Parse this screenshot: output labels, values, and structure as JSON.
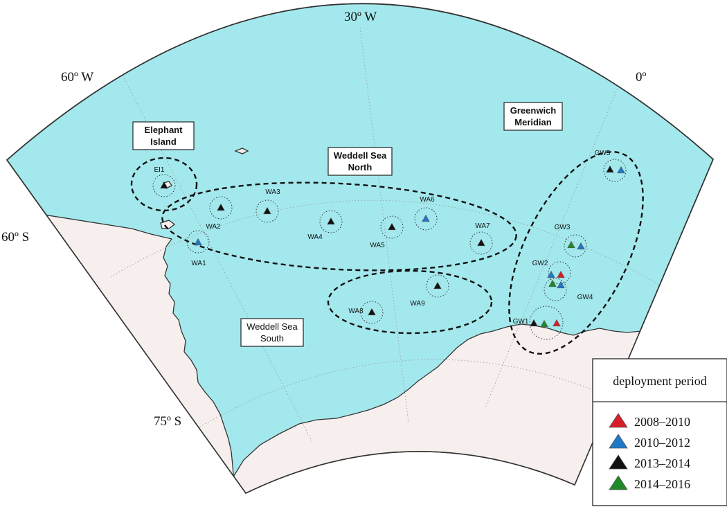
{
  "map": {
    "longitude_labels": [
      "30º W",
      "60º W",
      "0º"
    ],
    "latitude_labels": [
      "60º S",
      "75º S"
    ],
    "colors": {
      "ocean": "#a3e8ec",
      "land": "#f7eeee",
      "coast": "#333333",
      "graticule": "#9aa7a8"
    },
    "regions": [
      {
        "id": "elephant-island",
        "lines": [
          "Elephant",
          "Island"
        ]
      },
      {
        "id": "weddell-sea-north",
        "lines": [
          "Weddell Sea",
          "North"
        ]
      },
      {
        "id": "weddell-sea-south",
        "lines": [
          "Weddell Sea",
          "South"
        ]
      },
      {
        "id": "greenwich-meridian",
        "lines": [
          "Greenwich",
          "Meridian"
        ]
      }
    ],
    "sites": [
      {
        "id": "EI1",
        "label": "EI1",
        "periods": [
          "2013–2014"
        ]
      },
      {
        "id": "WA1",
        "label": "WA1",
        "periods": [
          "2010–2012"
        ]
      },
      {
        "id": "WA2",
        "label": "WA2",
        "periods": [
          "2013–2014"
        ]
      },
      {
        "id": "WA3",
        "label": "WA3",
        "periods": [
          "2013–2014"
        ]
      },
      {
        "id": "WA4",
        "label": "WA4",
        "periods": [
          "2013–2014"
        ]
      },
      {
        "id": "WA5",
        "label": "WA5",
        "periods": [
          "2013–2014"
        ]
      },
      {
        "id": "WA6",
        "label": "WA6",
        "periods": [
          "2010–2012"
        ]
      },
      {
        "id": "WA7",
        "label": "WA7",
        "periods": [
          "2013–2014"
        ]
      },
      {
        "id": "WA8",
        "label": "WA8",
        "periods": [
          "2013–2014"
        ]
      },
      {
        "id": "WA9",
        "label": "WA9",
        "periods": [
          "2013–2014"
        ]
      },
      {
        "id": "GW1",
        "label": "GW1",
        "periods": [
          "2013–2014",
          "2014–2016",
          "2008–2010"
        ]
      },
      {
        "id": "GW2",
        "label": "GW2",
        "periods": [
          "2010–2012",
          "2008–2010",
          "2014–2016",
          "2010–2012"
        ]
      },
      {
        "id": "GW3",
        "label": "GW3",
        "periods": [
          "2014–2016",
          "2010–2012"
        ]
      },
      {
        "id": "GW4",
        "label": "GW4",
        "periods": []
      },
      {
        "id": "GW5",
        "label": "GW5",
        "periods": [
          "2013–2014",
          "2010–2012"
        ]
      }
    ]
  },
  "legend": {
    "title": "deployment period",
    "items": [
      {
        "label": "2008–2010",
        "color": "#d81e28"
      },
      {
        "label": "2010–2012",
        "color": "#1f78c8"
      },
      {
        "label": "2013–2014",
        "color": "#111111"
      },
      {
        "label": "2014–2016",
        "color": "#1e8a28"
      }
    ]
  }
}
